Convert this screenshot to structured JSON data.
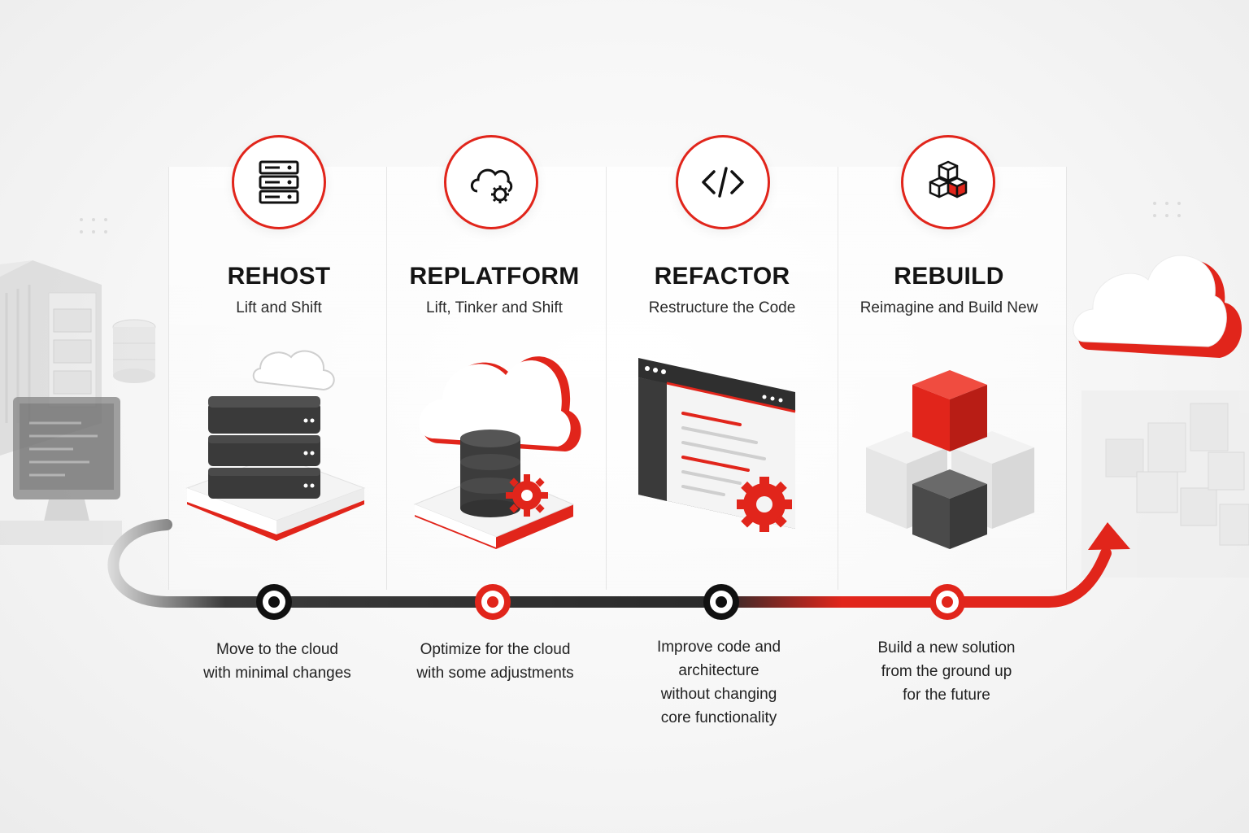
{
  "stages": [
    {
      "id": "rehost",
      "title": "REHOST",
      "subtitle": "Lift and Shift",
      "description": [
        "Move to the cloud",
        "with minimal changes"
      ],
      "icon": "server-rack-icon",
      "node_color": "#111111"
    },
    {
      "id": "replatform",
      "title": "REPLATFORM",
      "subtitle": "Lift, Tinker and Shift",
      "description": [
        "Optimize for the cloud",
        "with some adjustments"
      ],
      "icon": "cloud-gear-icon",
      "node_color": "#e1251b"
    },
    {
      "id": "refactor",
      "title": "REFACTOR",
      "subtitle": "Restructure the Code",
      "description": [
        "Improve code and",
        "architecture",
        "without changing",
        "core functionality"
      ],
      "icon": "code-brackets-icon",
      "node_color": "#111111"
    },
    {
      "id": "rebuild",
      "title": "REBUILD",
      "subtitle": "Reimagine and Build New",
      "description": [
        "Build a new solution",
        "from the ground up",
        "for the future"
      ],
      "icon": "cubes-icon",
      "node_color": "#e1251b"
    }
  ],
  "colors": {
    "accent": "#e1251b",
    "dark": "#2b2b2b",
    "node_dark": "#111111"
  }
}
